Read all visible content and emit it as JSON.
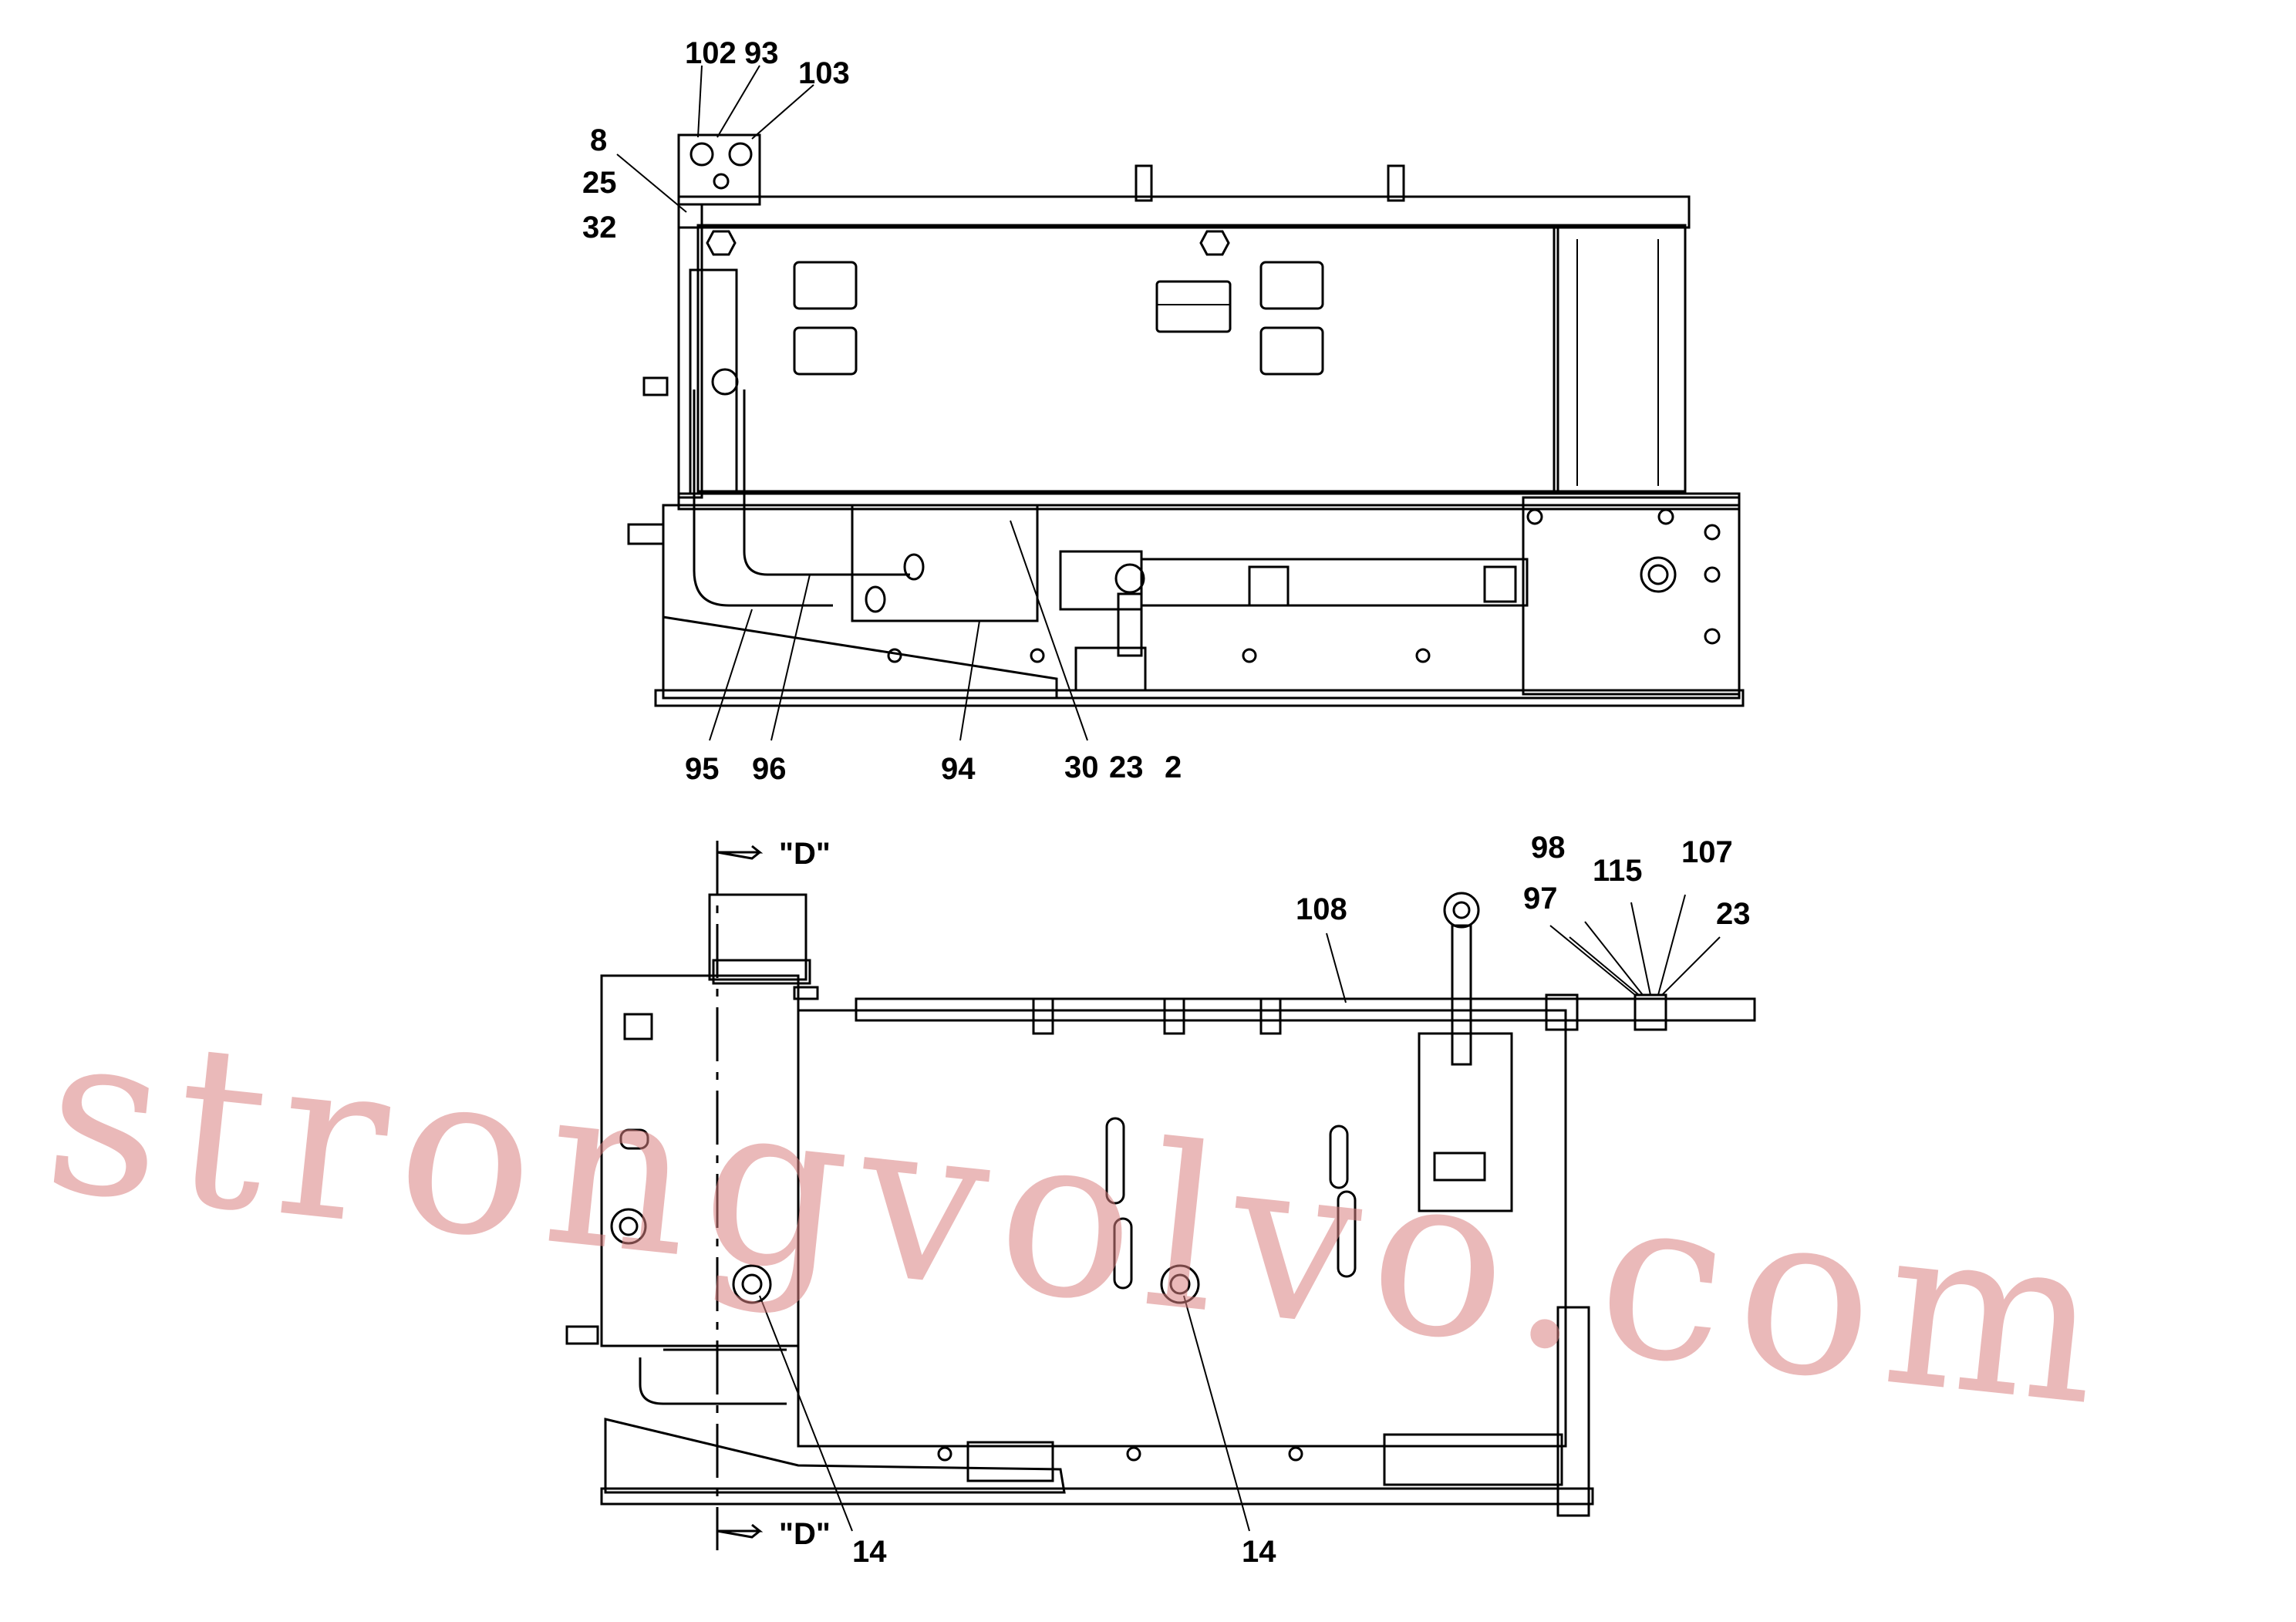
{
  "drawing": {
    "top_view": {
      "callouts": {
        "c102": "102",
        "c93": "93",
        "c103": "103",
        "c8": "8",
        "c25": "25",
        "c32": "32",
        "c95": "95",
        "c96": "96",
        "c94": "94",
        "c30": "30",
        "c23": "23",
        "c2": "2"
      }
    },
    "front_view": {
      "callouts": {
        "c98": "98",
        "c115": "115",
        "c107": "107",
        "c97": "97",
        "c23": "23",
        "c108": "108",
        "c14a": "14",
        "c14b": "14"
      },
      "section_mark_top": "\"D\"",
      "section_mark_bottom": "\"D\""
    }
  },
  "watermark": "strongvolvo.com"
}
